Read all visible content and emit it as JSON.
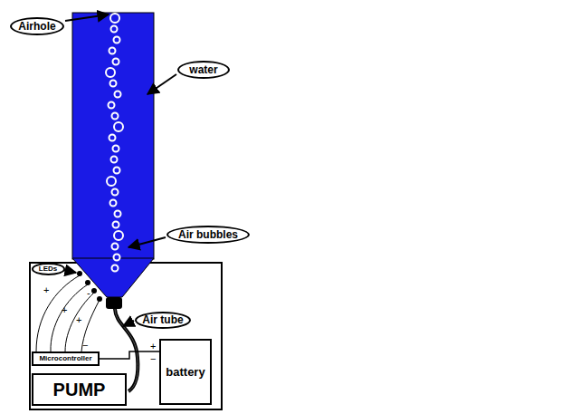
{
  "diagram": {
    "nodes": [
      {
        "text": [
          "Airhole"
        ]
      },
      {
        "text": [
          "water"
        ]
      },
      {
        "text": [
          "Air bubbles"
        ]
      },
      {
        "text": [
          "LEDs"
        ]
      },
      {
        "text": [
          "Air tube"
        ]
      },
      {
        "text": [
          "battery"
        ]
      },
      {
        "text": [
          "Microcontroller"
        ]
      },
      {
        "text": [
          "PUMP"
        ]
      }
    ],
    "edges": [
      {
        "from": 5,
        "to": 6,
        "arrow": "none"
      }
    ],
    "labels": [
      "+",
      "+",
      "+",
      "-",
      "−",
      "+",
      "−"
    ]
  }
}
